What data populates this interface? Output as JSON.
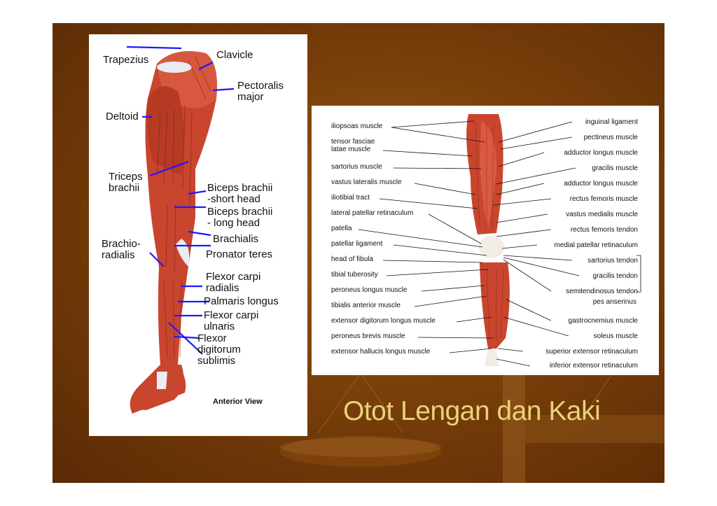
{
  "slide": {
    "title": "Otot Lengan dan Kaki"
  },
  "arm_panel": {
    "labels": {
      "trapezius": "Trapezius",
      "clavicle": "Clavicle",
      "pectoralis": "Pectoralis\nmajor",
      "deltoid": "Deltoid",
      "triceps": "Triceps\nbrachii",
      "biceps_short": "Biceps brachii\n-short head",
      "biceps_long": "Biceps brachii\n- long head",
      "brachialis": "Brachialis",
      "brachioradialis": "Brachio-\nradialis",
      "pronator": "Pronator teres",
      "flexor_carpi_radialis": "Flexor carpi\nradialis",
      "palmaris": "Palmaris longus",
      "flexor_carpi_ulnaris": "Flexor carpi\nulnaris",
      "flexor_digitorum": "Flexor\ndigitorum\nsublimis"
    },
    "caption": "Anterior View"
  },
  "leg_panel": {
    "left_labels": [
      "iliopsoas muscle",
      "tensor fasciae\nlatae muscle",
      "sartorius muscle",
      "vastus lateralis muscle",
      "iliotibial tract",
      "lateral patellar retinaculum",
      "patella",
      "patellar ligament",
      "head of fibula",
      "tibial tuberosity",
      "peroneus longus muscle",
      "tibialis anterior muscle",
      "extensor digitorum longus muscle",
      "peroneus brevis muscle",
      "extensor hallucis longus muscle"
    ],
    "right_labels": [
      "inguinal ligament",
      "pectineus muscle",
      "adductor longus muscle",
      "gracilis muscle",
      "adductor longus muscle",
      "rectus femoris muscle",
      "vastus medialis muscle",
      "rectus femoris tendon",
      "medial patellar retinaculum",
      "sartorius tendon",
      "gracilis tendon",
      "semitendinosus tendon",
      "pes anserinus",
      "gastrocnemius muscle",
      "soleus muscle",
      "superior extensor retinaculum",
      "inferior extensor retinaculum"
    ]
  },
  "colors": {
    "title": "#e9d27a",
    "background": "#7a3f0a",
    "arrow": "#1a1aff",
    "muscle": "#c9452e"
  }
}
